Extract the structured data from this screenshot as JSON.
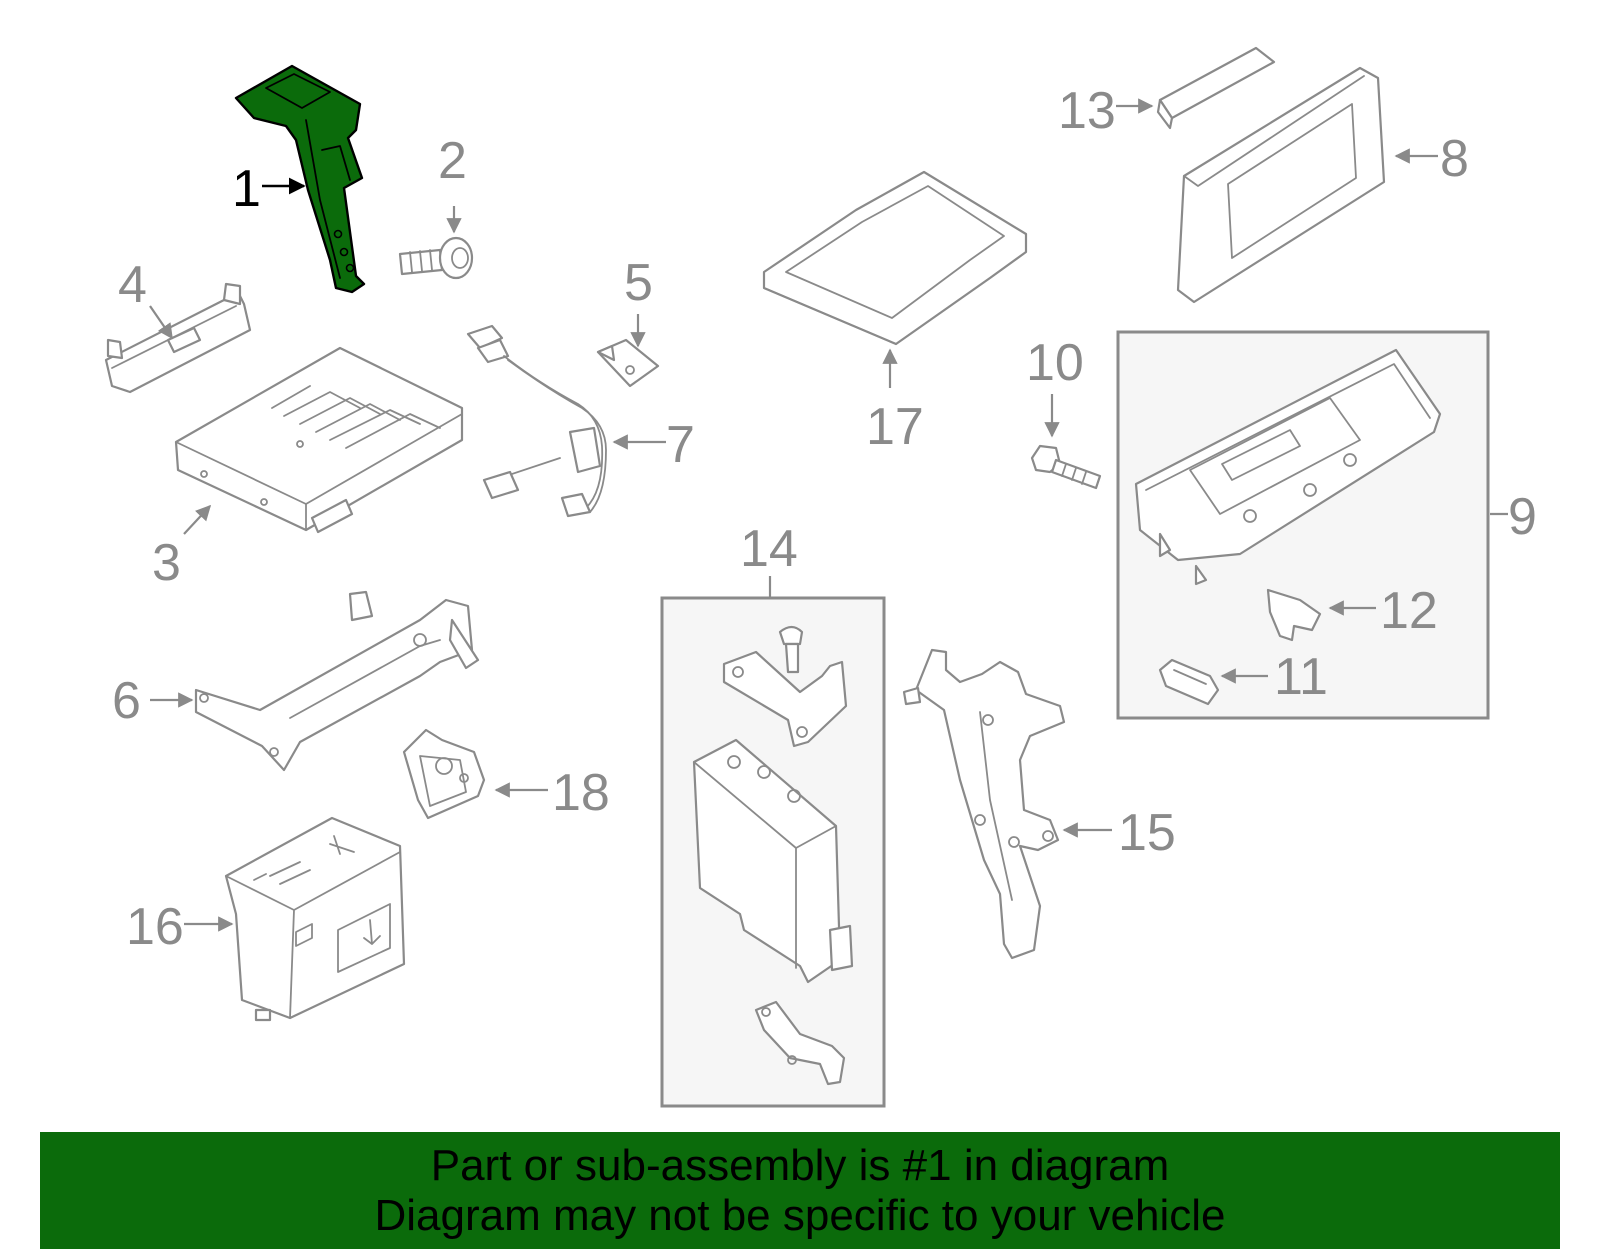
{
  "diagram": {
    "callouts": {
      "c1": "1",
      "c2": "2",
      "c3": "3",
      "c4": "4",
      "c5": "5",
      "c6": "6",
      "c7": "7",
      "c8": "8",
      "c9": "9",
      "c10": "10",
      "c11": "11",
      "c12": "12",
      "c13": "13",
      "c14": "14",
      "c15": "15",
      "c16": "16",
      "c17": "17",
      "c18": "18"
    },
    "highlighted_part": "1",
    "colors": {
      "highlight": "#0b6b0b",
      "line": "#8a8a8a",
      "banner": "#0b6b0b"
    }
  },
  "banner": {
    "line1": "Part or sub-assembly is #1 in diagram",
    "line2": "Diagram may not be specific to your vehicle"
  }
}
